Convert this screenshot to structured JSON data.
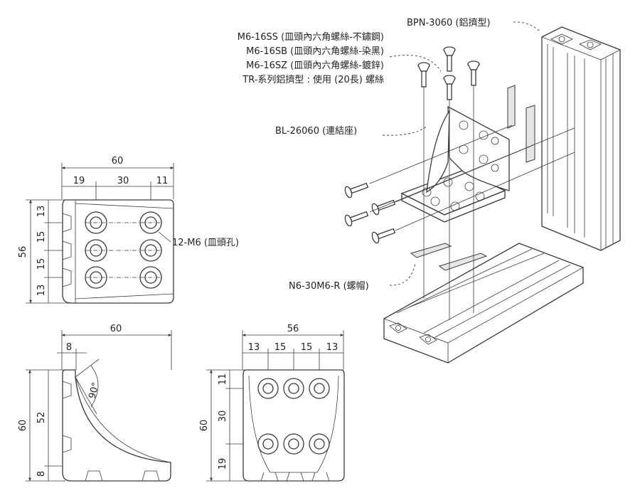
{
  "callouts": {
    "profile": "BPN-3060 (鋁擠型)",
    "screw_ss": "M6-16SS (皿頭內六角螺絲-不鏽鋼)",
    "screw_sb": "M6-16SB (皿頭內六角螺絲-染黑)",
    "screw_sz": "M6-16SZ (皿頭內六角螺絲-鍍鋅)",
    "tr_profile": "TR-系列鋁擠型 : 使用 (20長) 螺絲",
    "bracket": "BL-26060 (連結座)",
    "nut": "N6-30M6-R (螺帽)"
  },
  "front_view": {
    "width": "60",
    "d1": "19",
    "d2": "30",
    "d3": "11",
    "height": "56",
    "v1": "13",
    "v2": "15",
    "v3": "15",
    "v4": "13",
    "hole_note": "12-M6 (皿頭孔)"
  },
  "side_view": {
    "width": "60",
    "flange": "8",
    "angle": "90°",
    "height": "60",
    "inner": "52",
    "base": "8"
  },
  "top_view": {
    "width": "56",
    "h1": "13",
    "h2": "15",
    "h3": "15",
    "h4": "13",
    "height": "60",
    "v1": "11",
    "v2": "30",
    "v3": "19"
  }
}
